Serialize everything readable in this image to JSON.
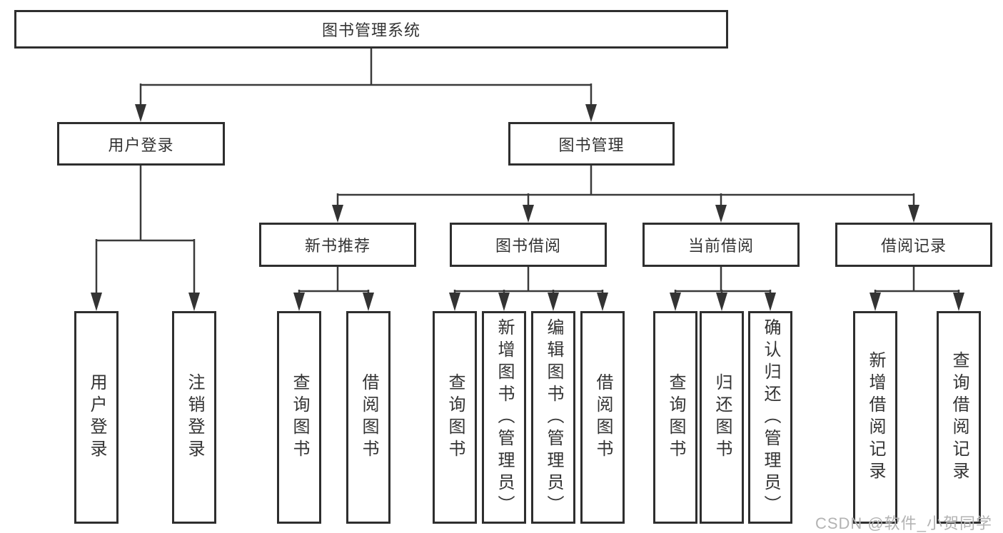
{
  "root": {
    "label": "图书管理系统"
  },
  "level2": [
    {
      "label": "用户登录"
    },
    {
      "label": "图书管理"
    }
  ],
  "level3": [
    {
      "label": "新书推荐"
    },
    {
      "label": "图书借阅"
    },
    {
      "label": "当前借阅"
    },
    {
      "label": "借阅记录"
    }
  ],
  "leaves": {
    "user_login": [
      "用户登录",
      "注销登录"
    ],
    "new_book_recommendation": [
      "查询图书",
      "借阅图书"
    ],
    "book_borrowing": [
      "查询图书",
      "新增图书（管理员）",
      "编辑图书（管理员）",
      "借阅图书"
    ],
    "current_borrowing": [
      "查询图书",
      "归还图书",
      "确认归还（管理员）"
    ],
    "borrowing_records": [
      "新增借阅记录",
      "查询借阅记录"
    ]
  },
  "watermark": "CSDN @软件_小贺同学",
  "colors": {
    "line": "#3a3a3a",
    "box_border": "#2e2e2e",
    "text": "#333333",
    "background": "#ffffff",
    "watermark": "#b3b3b3"
  }
}
